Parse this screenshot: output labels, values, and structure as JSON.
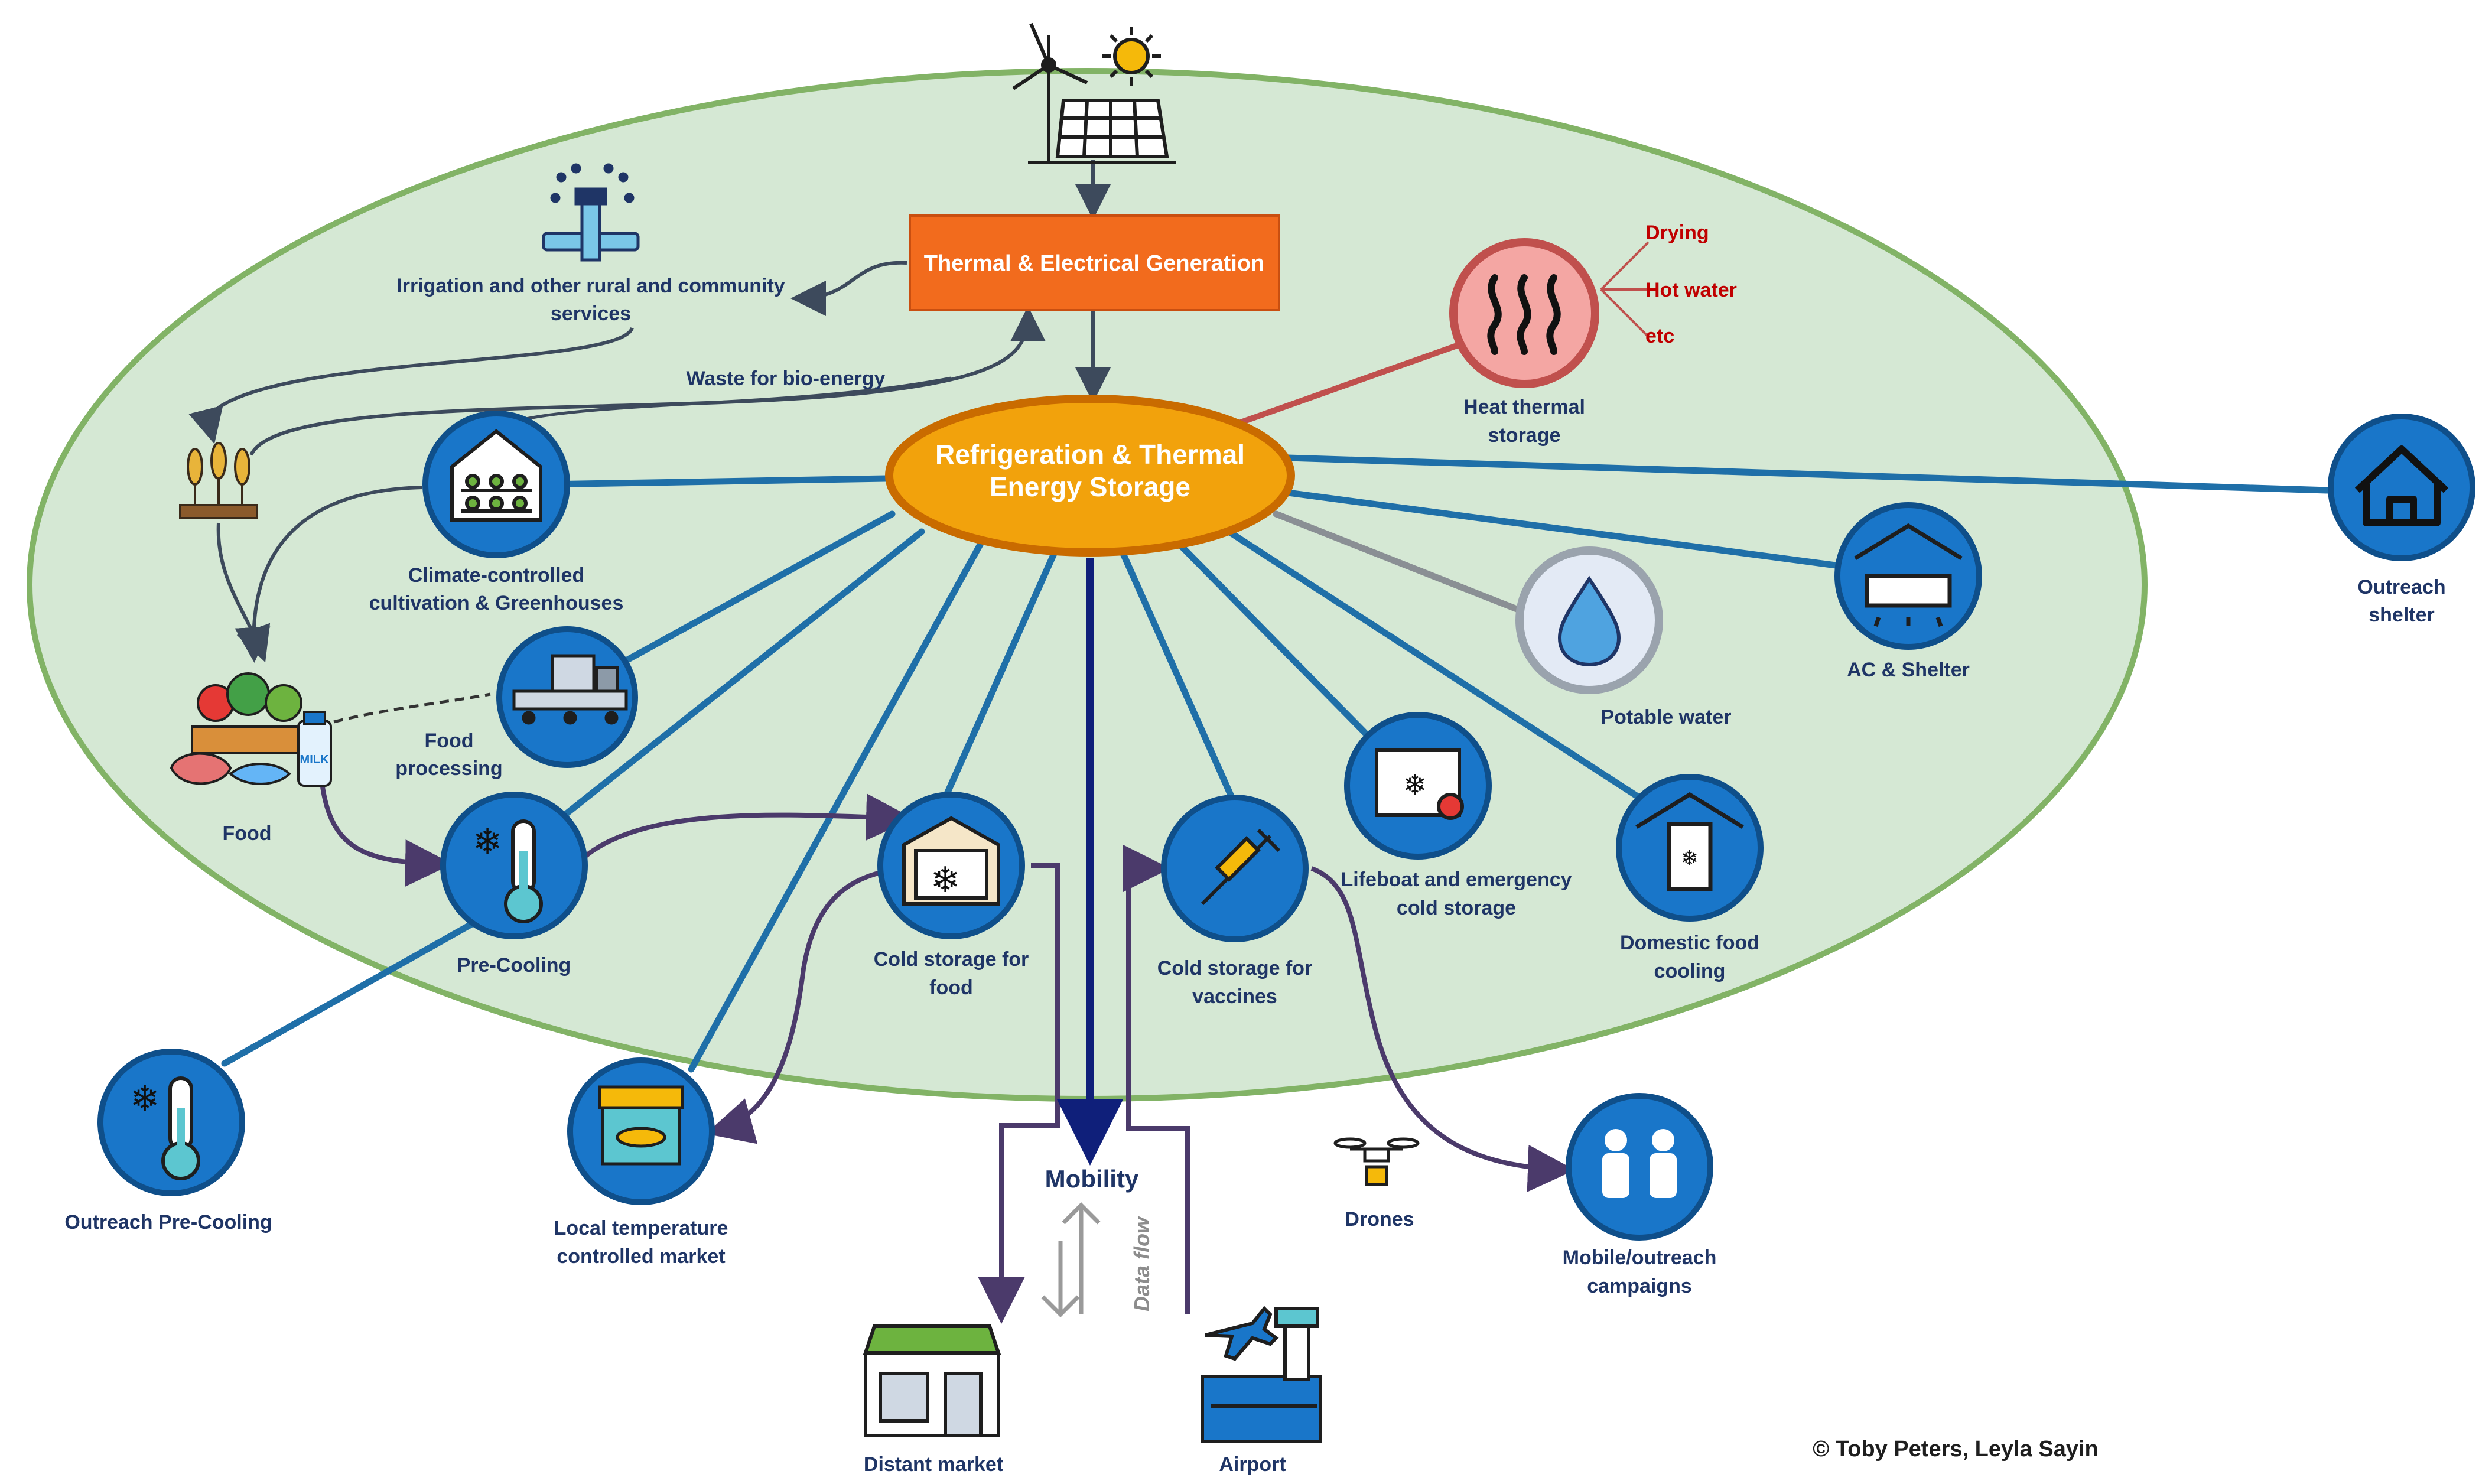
{
  "generation": {
    "label": "Thermal & Electrical Generation"
  },
  "storage": {
    "line1": "Refrigeration & Thermal",
    "line2": "Energy Storage"
  },
  "irrigation": {
    "line1": "Irrigation and other rural and community",
    "line2": "services"
  },
  "waste_label": "Waste for bio-energy",
  "heat": {
    "line1": "Heat thermal",
    "line2": "storage",
    "outputs": [
      "Drying",
      "Hot water",
      "etc"
    ]
  },
  "greenhouse": {
    "line1": "Climate-controlled",
    "line2": "cultivation &  Greenhouses"
  },
  "food_processing": {
    "line1": "Food",
    "line2": "processing"
  },
  "food": {
    "label": "Food",
    "milk": "MILK"
  },
  "precooling": {
    "label": "Pre-Cooling"
  },
  "cold_food": {
    "line1": "Cold storage for",
    "line2": "food"
  },
  "cold_vaccines": {
    "line1": "Cold storage for",
    "line2": "vaccines"
  },
  "lifeboat": {
    "line1": "Lifeboat and emergency",
    "line2": "cold storage"
  },
  "domestic": {
    "line1": "Domestic food",
    "line2": "cooling"
  },
  "potable": {
    "label": "Potable water"
  },
  "ac": {
    "label": "AC & Shelter"
  },
  "shelter": {
    "line1": "Outreach",
    "line2": "shelter"
  },
  "outreach_precooling": {
    "label": "Outreach Pre-Cooling"
  },
  "local_market": {
    "line1": "Local temperature",
    "line2": "controlled market"
  },
  "mobility": {
    "label": "Mobility",
    "data_flow": "Data flow"
  },
  "distant_market": {
    "label": "Distant market"
  },
  "airport": {
    "label": "Airport"
  },
  "drones": {
    "label": "Drones"
  },
  "campaigns": {
    "line1": "Mobile/outreach",
    "line2": "campaigns"
  },
  "credit": "© Toby Peters, Leyla Sayin",
  "colors": {
    "ellipse_fill": "#d5e8d4",
    "ellipse_stroke": "#82b366",
    "link_blue": "#1f6fa8",
    "node_blue": "#1976c9",
    "generation_orange": "#f26b1d",
    "storage_orange": "#f2a20c",
    "heat_red": "#c0504d",
    "flow_purple": "#4b3a6b",
    "mobility_navy": "#0f1f7a",
    "label_navy": "#1f3566"
  }
}
